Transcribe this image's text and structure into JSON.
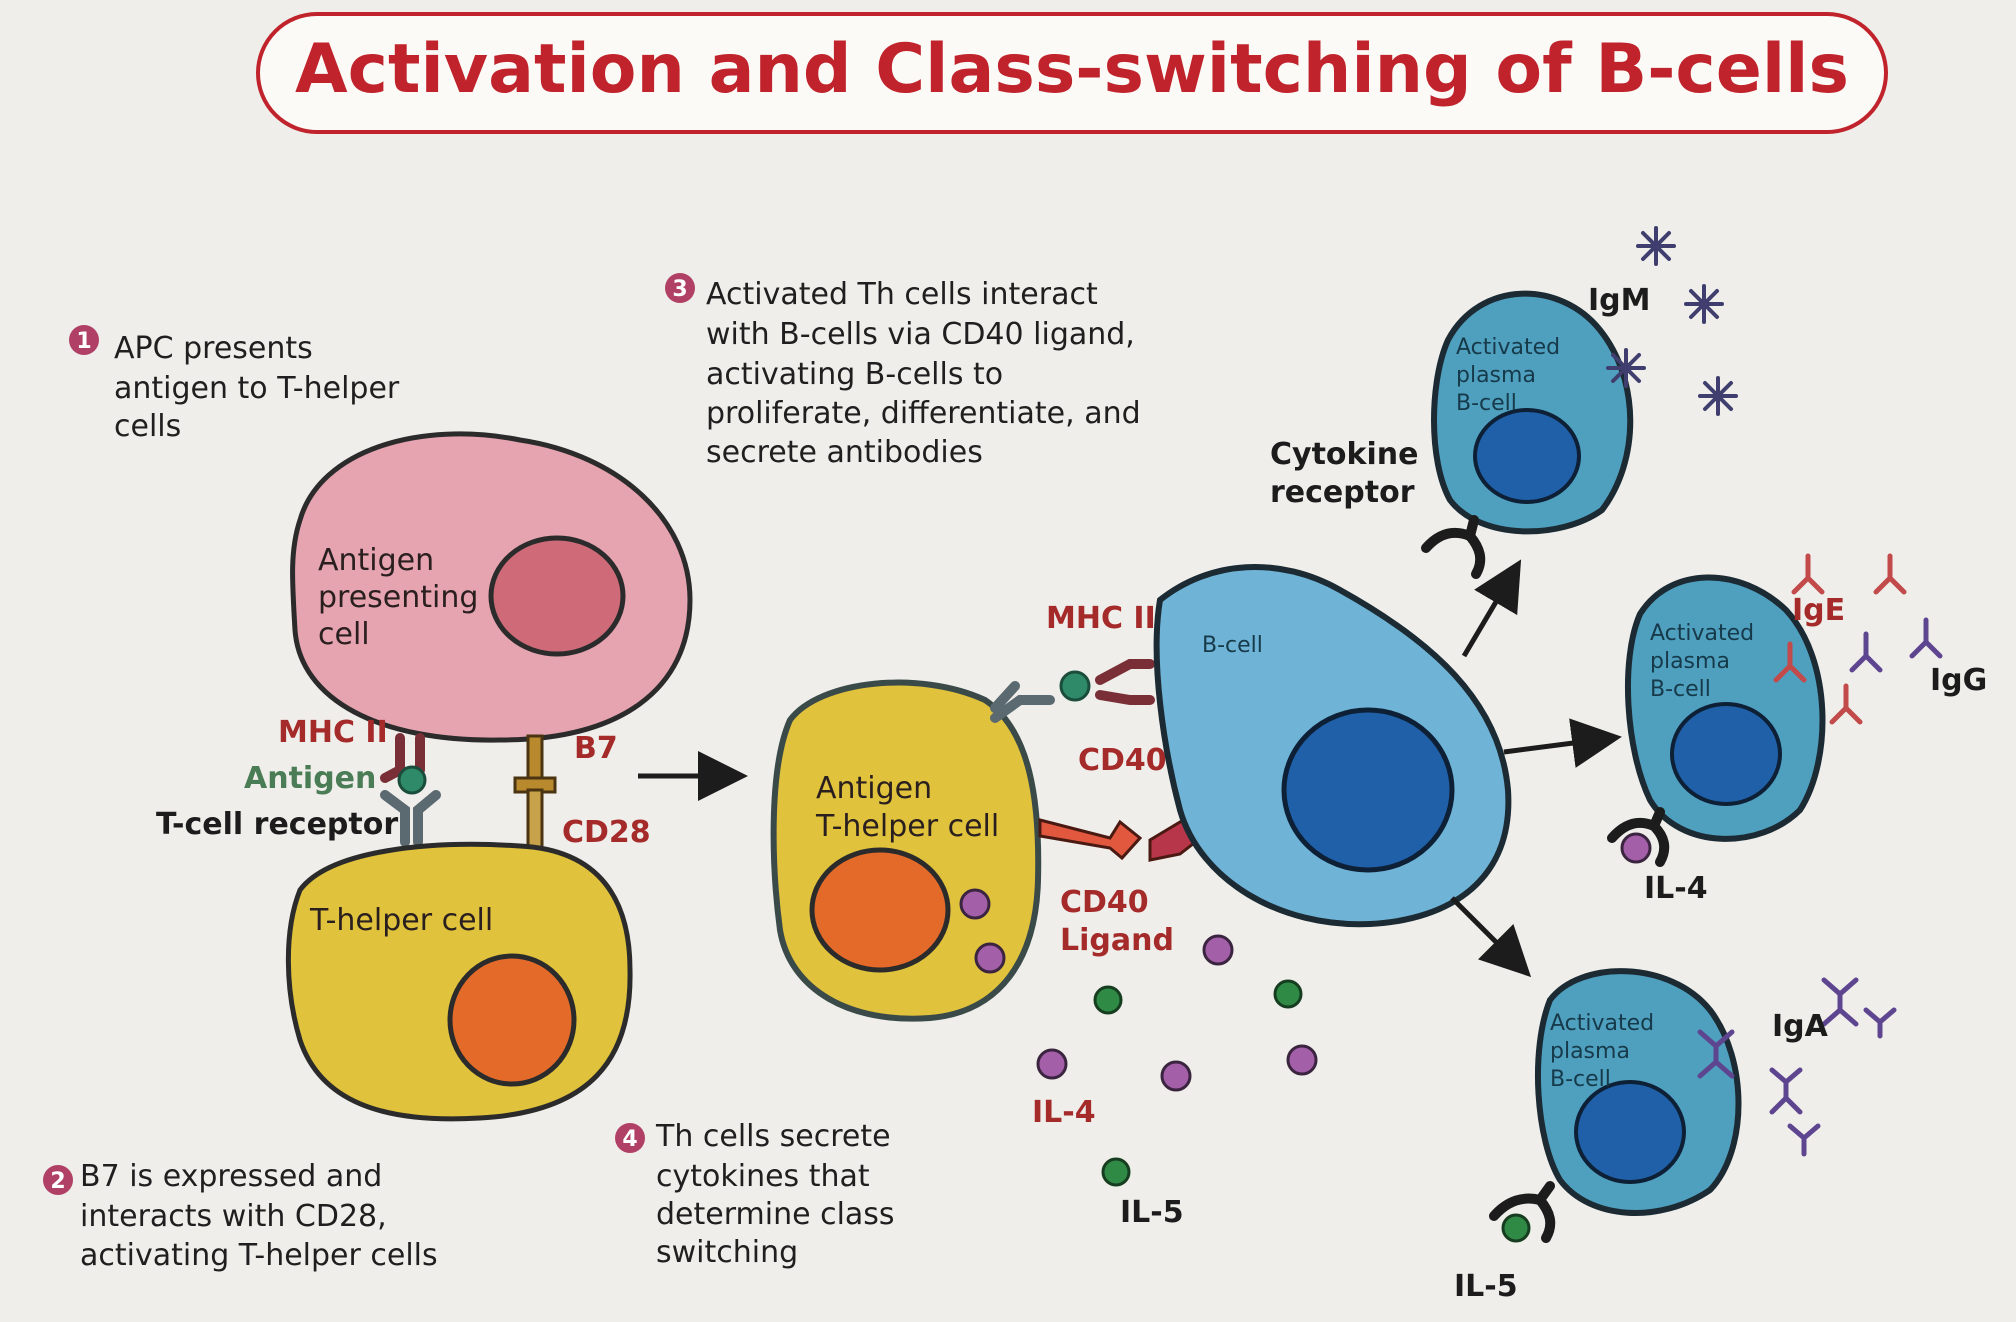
{
  "title": "Activation and Class-switching of B-cells",
  "steps": [
    {
      "number": "1",
      "lines": [
        "APC presents",
        "antigen to T-helper",
        "cells"
      ]
    },
    {
      "number": "2",
      "lines": [
        "B7 is expressed and",
        "interacts with CD28,",
        "activating T-helper cells"
      ]
    },
    {
      "number": "3",
      "lines": [
        "Activated Th cells interact",
        "with B-cells via CD40 ligand,",
        "activating B-cells to",
        "proliferate, differentiate, and",
        "secrete antibodies"
      ]
    },
    {
      "number": "4",
      "lines": [
        "Th cells secrete",
        "cytokines that",
        "determine class",
        "switching"
      ]
    }
  ],
  "cells": {
    "apc": [
      "Antigen",
      "presenting",
      "cell"
    ],
    "t_helper": "T-helper cell",
    "antigen_t_helper": [
      "Antigen",
      "T-helper cell"
    ],
    "b_cell": "B-cell",
    "plasma": [
      "Activated",
      "plasma",
      "B-cell"
    ]
  },
  "labels": {
    "mhc_left": "MHC II",
    "antigen": "Antigen",
    "tcr": "T-cell receptor",
    "b7": "B7",
    "cd28": "CD28",
    "mhc_right": "MHC II",
    "cd40": "CD40",
    "cd40_ligand": [
      "CD40",
      "Ligand"
    ],
    "cytokine_receptor": [
      "Cytokine",
      "receptor"
    ],
    "il4_center": "IL-4",
    "il5_center": "IL-5",
    "il4_right": "IL-4",
    "il5_right": "IL-5",
    "igm": "IgM",
    "ige": "IgE",
    "igg": "IgG",
    "iga": "IgA"
  },
  "colors": {
    "title": "#c0232b",
    "apc_fill": "#e6a3b0",
    "apc_nucleus": "#cf6b78",
    "th_fill": "#e0c23c",
    "th_nucleus": "#e46a2a",
    "bcell_fill": "#6fb3d6",
    "bcell_nucleus": "#1f60a8",
    "il4": "#a35fa8",
    "il5": "#2f8a45",
    "step_badge": "#b04065",
    "ige": "#c24a4a",
    "igg": "#5e4590",
    "igm": "#3f3e6e"
  }
}
